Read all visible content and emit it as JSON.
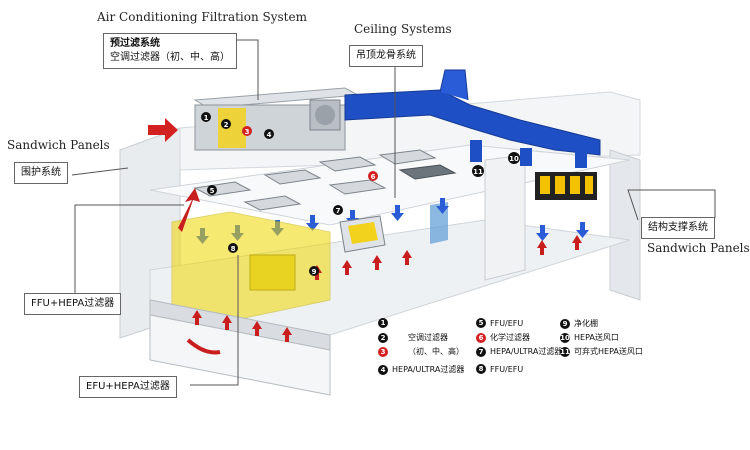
{
  "labels": {
    "air_conditioning": "Air Conditioning Filtration System",
    "ceiling_systems": "Ceiling Systems",
    "sandwich_left": "Sandwich Panels",
    "sandwich_right": "Sandwich Panels"
  },
  "boxes": {
    "prefilter_title": "预过滤系统",
    "prefilter_sub": "空调过滤器（初、中、高）",
    "ceiling": "吊顶龙骨系统",
    "enclosure": "围护系统",
    "structure": "结构支撑系统",
    "ffu_hepa": "FFU+HEPA过滤器",
    "efu_hepa": "EFU+HEPA过滤器"
  },
  "legend": {
    "items": [
      {
        "num": "1",
        "text": ""
      },
      {
        "num": "2",
        "text": "空调过滤器"
      },
      {
        "num": "3",
        "text": "（初、中、高）",
        "red": true
      },
      {
        "num": "4",
        "text": "HEPA/ULTRA过滤器"
      },
      {
        "num": "5",
        "text": "FFU/EFU"
      },
      {
        "num": "6",
        "text": "化学过滤器",
        "red": true
      },
      {
        "num": "7",
        "text": "HEPA/ULTRA过滤器"
      },
      {
        "num": "8",
        "text": "FFU/EFU"
      },
      {
        "num": "9",
        "text": "净化棚"
      },
      {
        "num": "10",
        "text": "HEPA送风口"
      },
      {
        "num": "11",
        "text": "可弃式HEPA送风口"
      }
    ]
  },
  "markers": [
    "1",
    "2",
    "3",
    "4",
    "5",
    "6",
    "7",
    "8",
    "9",
    "10",
    "11"
  ]
}
